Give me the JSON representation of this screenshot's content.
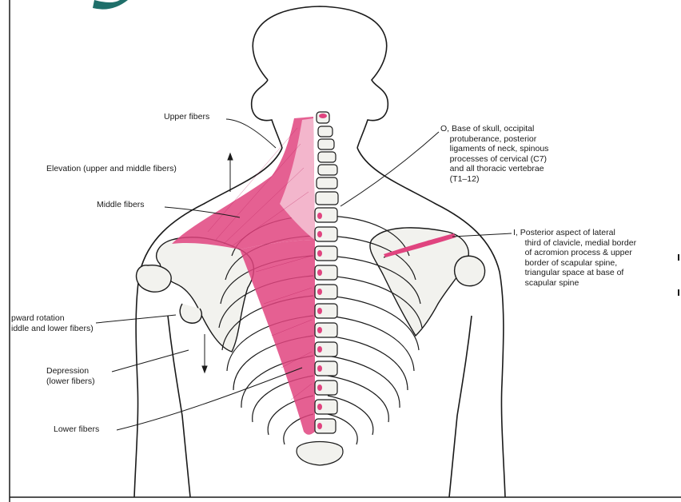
{
  "labels": {
    "upper_fibers": "Upper fibers",
    "elevation": "Elevation (upper and middle fibers)",
    "middle_fibers": "Middle fibers",
    "upward_rotation": "pward rotation\niddle and lower fibers)",
    "depression": "Depression\n(lower fibers)",
    "lower_fibers": "Lower fibers",
    "origin": "O, Base of skull, occipital\n    protuberance, posterior\n    ligaments of neck, spinous\n    processes of cervical (C7)\n    and all thoracic vertebrae\n    (T1–12)",
    "insertion": "I, Posterior aspect of lateral\n     third of clavicle, medial border\n     of acromion process & upper\n     border of scapular spine,\n     triangular space at base of\n     scapular spine"
  },
  "colors": {
    "muscle": "#e0447f",
    "muscle_light": "#f3b6cc",
    "outline": "#1a1a1a",
    "accent_teal": "#1f6f6a"
  }
}
